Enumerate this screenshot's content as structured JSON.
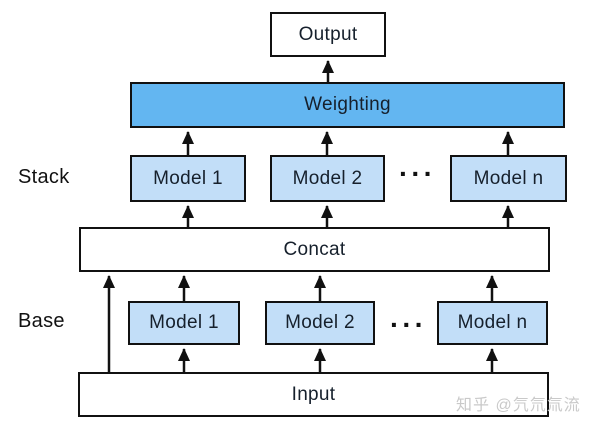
{
  "diagram": {
    "title_semantic": "stacking-ensemble-architecture",
    "output_label": "Output",
    "weighting_label": "Weighting",
    "concat_label": "Concat",
    "input_label": "Input",
    "stack_layer": {
      "label": "Stack",
      "models": [
        "Model 1",
        "Model 2",
        "Model n"
      ],
      "ellipsis": "···"
    },
    "base_layer": {
      "label": "Base",
      "models": [
        "Model 1",
        "Model 2",
        "Model n"
      ],
      "ellipsis": "···"
    },
    "colors": {
      "weighting_fill": "#63b6f1",
      "model_fill": "#c2def8",
      "box_fill_white": "#ffffff",
      "border": "#111111",
      "watermark_gray": "#c9c9c9"
    },
    "watermark": "知乎 @氕氘氚流"
  }
}
